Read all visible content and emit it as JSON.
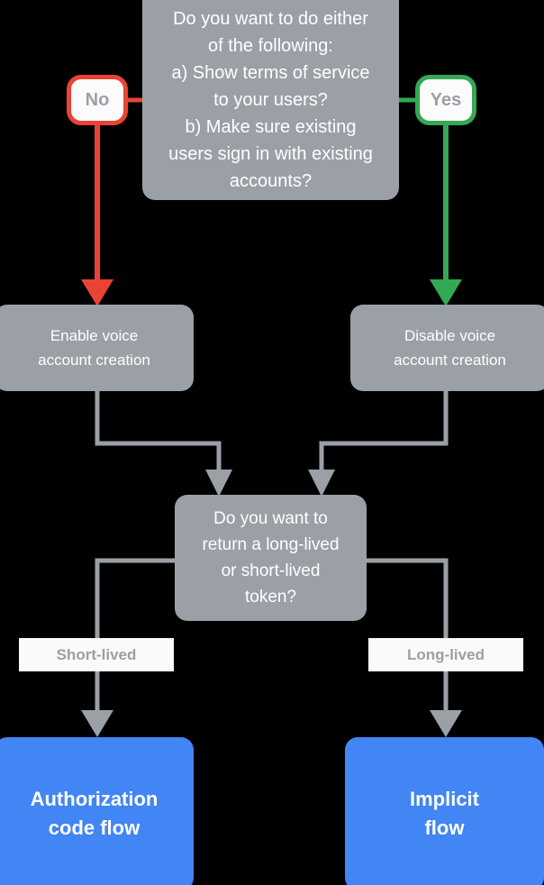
{
  "chart_data": {
    "type": "diagram",
    "title": "Account linking flow decision chart",
    "nodes": [
      {
        "id": "q1",
        "kind": "decision",
        "text": "Do you want to do either of the following:\na) Show terms of service to your users?\nb) Make sure existing users sign in with existing accounts?",
        "color": "#9aa0a6"
      },
      {
        "id": "enable",
        "kind": "process",
        "text": "Enable voice account creation",
        "color": "#9aa0a6"
      },
      {
        "id": "disable",
        "kind": "process",
        "text": "Disable voice account creation",
        "color": "#9aa0a6"
      },
      {
        "id": "q2",
        "kind": "decision",
        "text": "Do you want to return a long-lived or short-lived token?",
        "color": "#9aa0a6"
      },
      {
        "id": "authcode",
        "kind": "terminal",
        "text": "Authorization code flow",
        "color": "#4285f4"
      },
      {
        "id": "implicit",
        "kind": "terminal",
        "text": "Implicit flow",
        "color": "#4285f4"
      }
    ],
    "edges": [
      {
        "from": "q1",
        "to": "enable",
        "label": "No",
        "color": "#ea4335"
      },
      {
        "from": "q1",
        "to": "disable",
        "label": "Yes",
        "color": "#34a853"
      },
      {
        "from": "enable",
        "to": "q2",
        "label": "",
        "color": "#9aa0a6"
      },
      {
        "from": "disable",
        "to": "q2",
        "label": "",
        "color": "#9aa0a6"
      },
      {
        "from": "q2",
        "to": "authcode",
        "label": "Short-lived",
        "color": "#9aa0a6"
      },
      {
        "from": "q2",
        "to": "implicit",
        "label": "Long-lived",
        "color": "#9aa0a6"
      }
    ]
  },
  "diagram": {
    "background": "#000000",
    "question_one": {
      "line1": "Do you want to do either",
      "line2": "of the following:",
      "line3": "a) Show terms of service",
      "line4": "to your users?",
      "line5": "b) Make sure existing",
      "line6": "users sign in with existing",
      "line7": "accounts?"
    },
    "badge_no": {
      "label": "No",
      "border_color": "#ea4335"
    },
    "badge_yes": {
      "label": "Yes",
      "border_color": "#34a853"
    },
    "enable_box": {
      "line1": "Enable voice",
      "line2": "account creation"
    },
    "disable_box": {
      "line1": "Disable voice",
      "line2": "account creation"
    },
    "question_two": {
      "line1": "Do you want to",
      "line2": "return a long-lived",
      "line3": "or short-lived",
      "line4": "token?"
    },
    "label_short": "Short-lived",
    "label_long": "Long-lived",
    "terminal_left": {
      "line1": "Authorization",
      "line2": "code flow",
      "color": "#4285f4"
    },
    "terminal_right": {
      "line1": "Implicit",
      "line2": "flow",
      "color": "#4285f4"
    }
  }
}
